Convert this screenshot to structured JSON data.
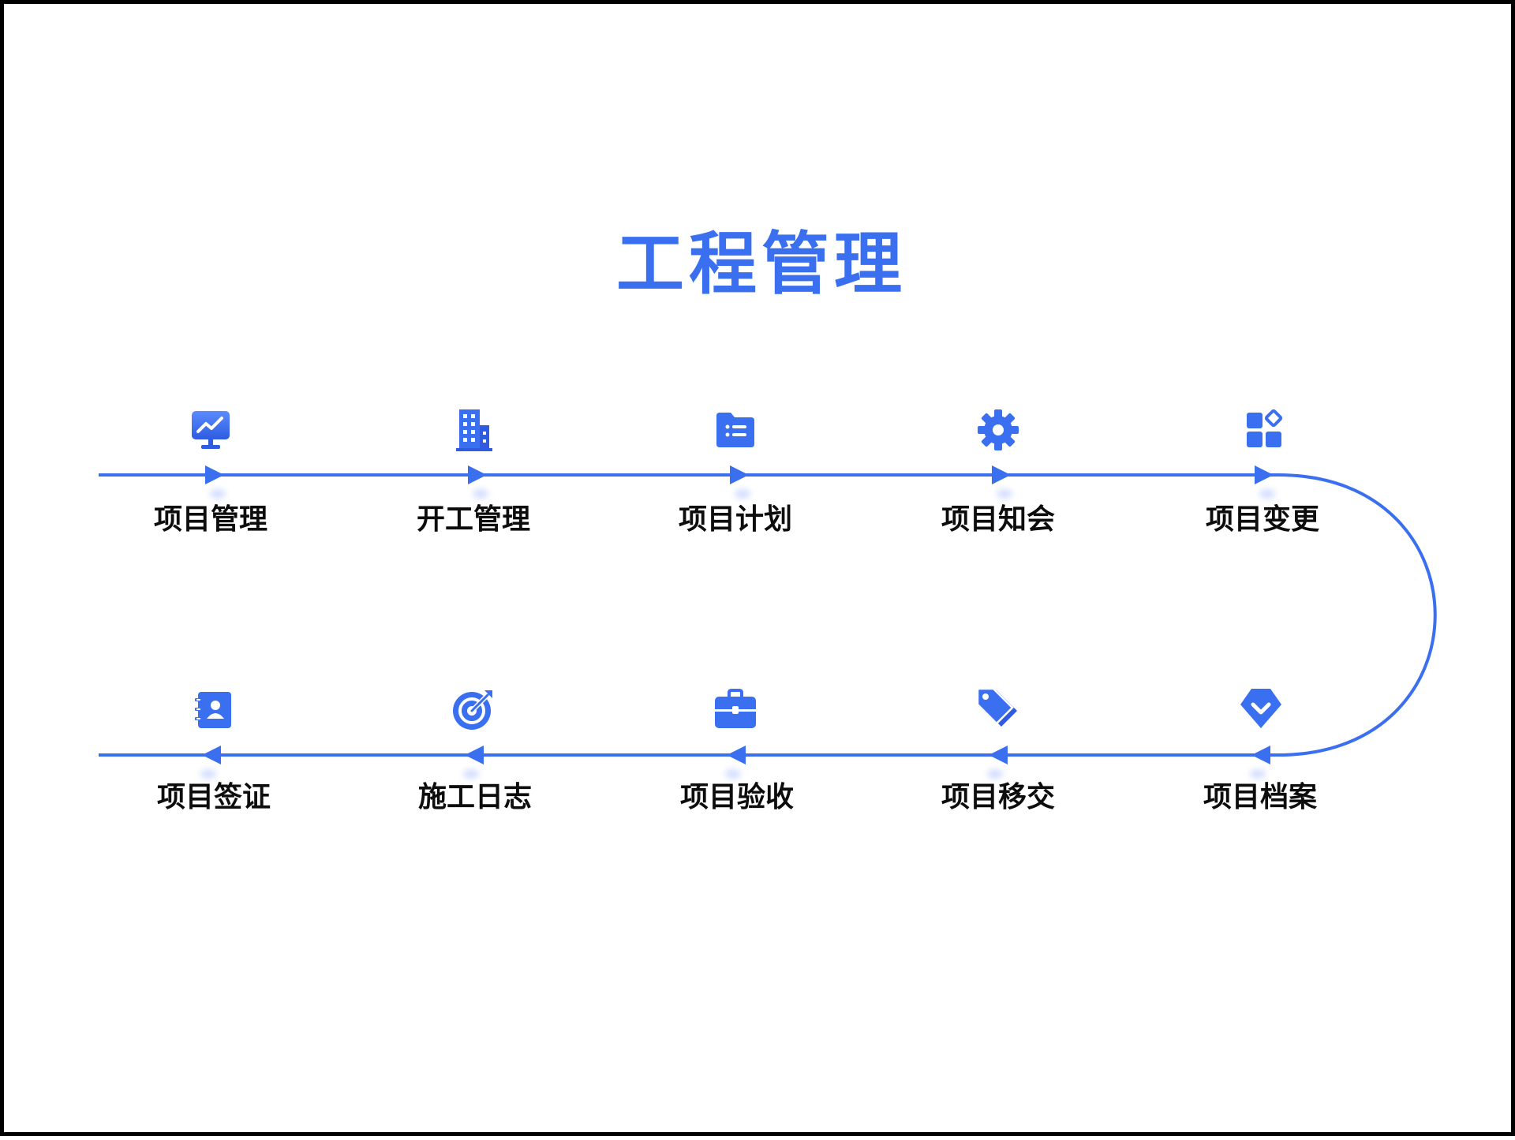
{
  "title": "工程管理",
  "colors": {
    "accent": "#3a6ff0",
    "accent_dark": "#2e5be0",
    "text": "#0d0d0d",
    "border": "#000000"
  },
  "steps_top": [
    {
      "label": "项目管理",
      "icon": "monitor-chart-icon"
    },
    {
      "label": "开工管理",
      "icon": "building-icon"
    },
    {
      "label": "项目计划",
      "icon": "folder-list-icon"
    },
    {
      "label": "项目知会",
      "icon": "gear-icon"
    },
    {
      "label": "项目变更",
      "icon": "apps-grid-icon"
    }
  ],
  "steps_bottom": [
    {
      "label": "项目签证",
      "icon": "contact-card-icon"
    },
    {
      "label": "施工日志",
      "icon": "target-icon"
    },
    {
      "label": "项目验收",
      "icon": "briefcase-icon"
    },
    {
      "label": "项目移交",
      "icon": "tags-icon"
    },
    {
      "label": "项目档案",
      "icon": "chevron-shield-icon"
    }
  ]
}
